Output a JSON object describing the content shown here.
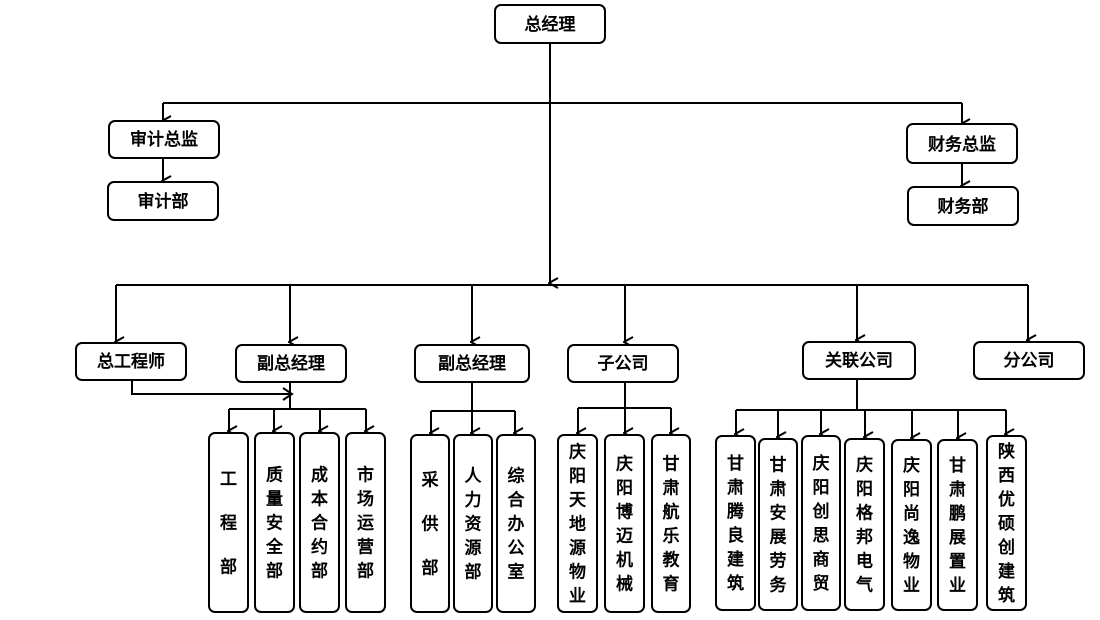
{
  "diagram": {
    "root": "总经理",
    "audit": {
      "head": "审计总监",
      "dept": "审计部"
    },
    "finance": {
      "head": "财务总监",
      "dept": "财务部"
    },
    "level2": [
      "总工程师",
      "副总经理",
      "副总经理",
      "子公司",
      "关联公司",
      "分公司"
    ],
    "groups": [
      {
        "parent": "副总经理",
        "leaves": [
          "工程部",
          "质量安全部",
          "成本合约部",
          "市场运营部"
        ]
      },
      {
        "parent": "副总经理",
        "leaves": [
          "采供部",
          "人力资源部",
          "综合办公室"
        ]
      },
      {
        "parent": "子公司",
        "leaves": [
          "庆阳天地源物业",
          "庆阳博迈机械",
          "甘肃航乐教育"
        ]
      },
      {
        "parent": "关联公司",
        "leaves": [
          "甘肃腾良建筑",
          "甘肃安展劳务",
          "庆阳创思商贸",
          "庆阳格邦电气",
          "庆阳尚逸物业",
          "甘肃鹏展置业",
          "陕西优硕创建筑"
        ]
      }
    ]
  }
}
